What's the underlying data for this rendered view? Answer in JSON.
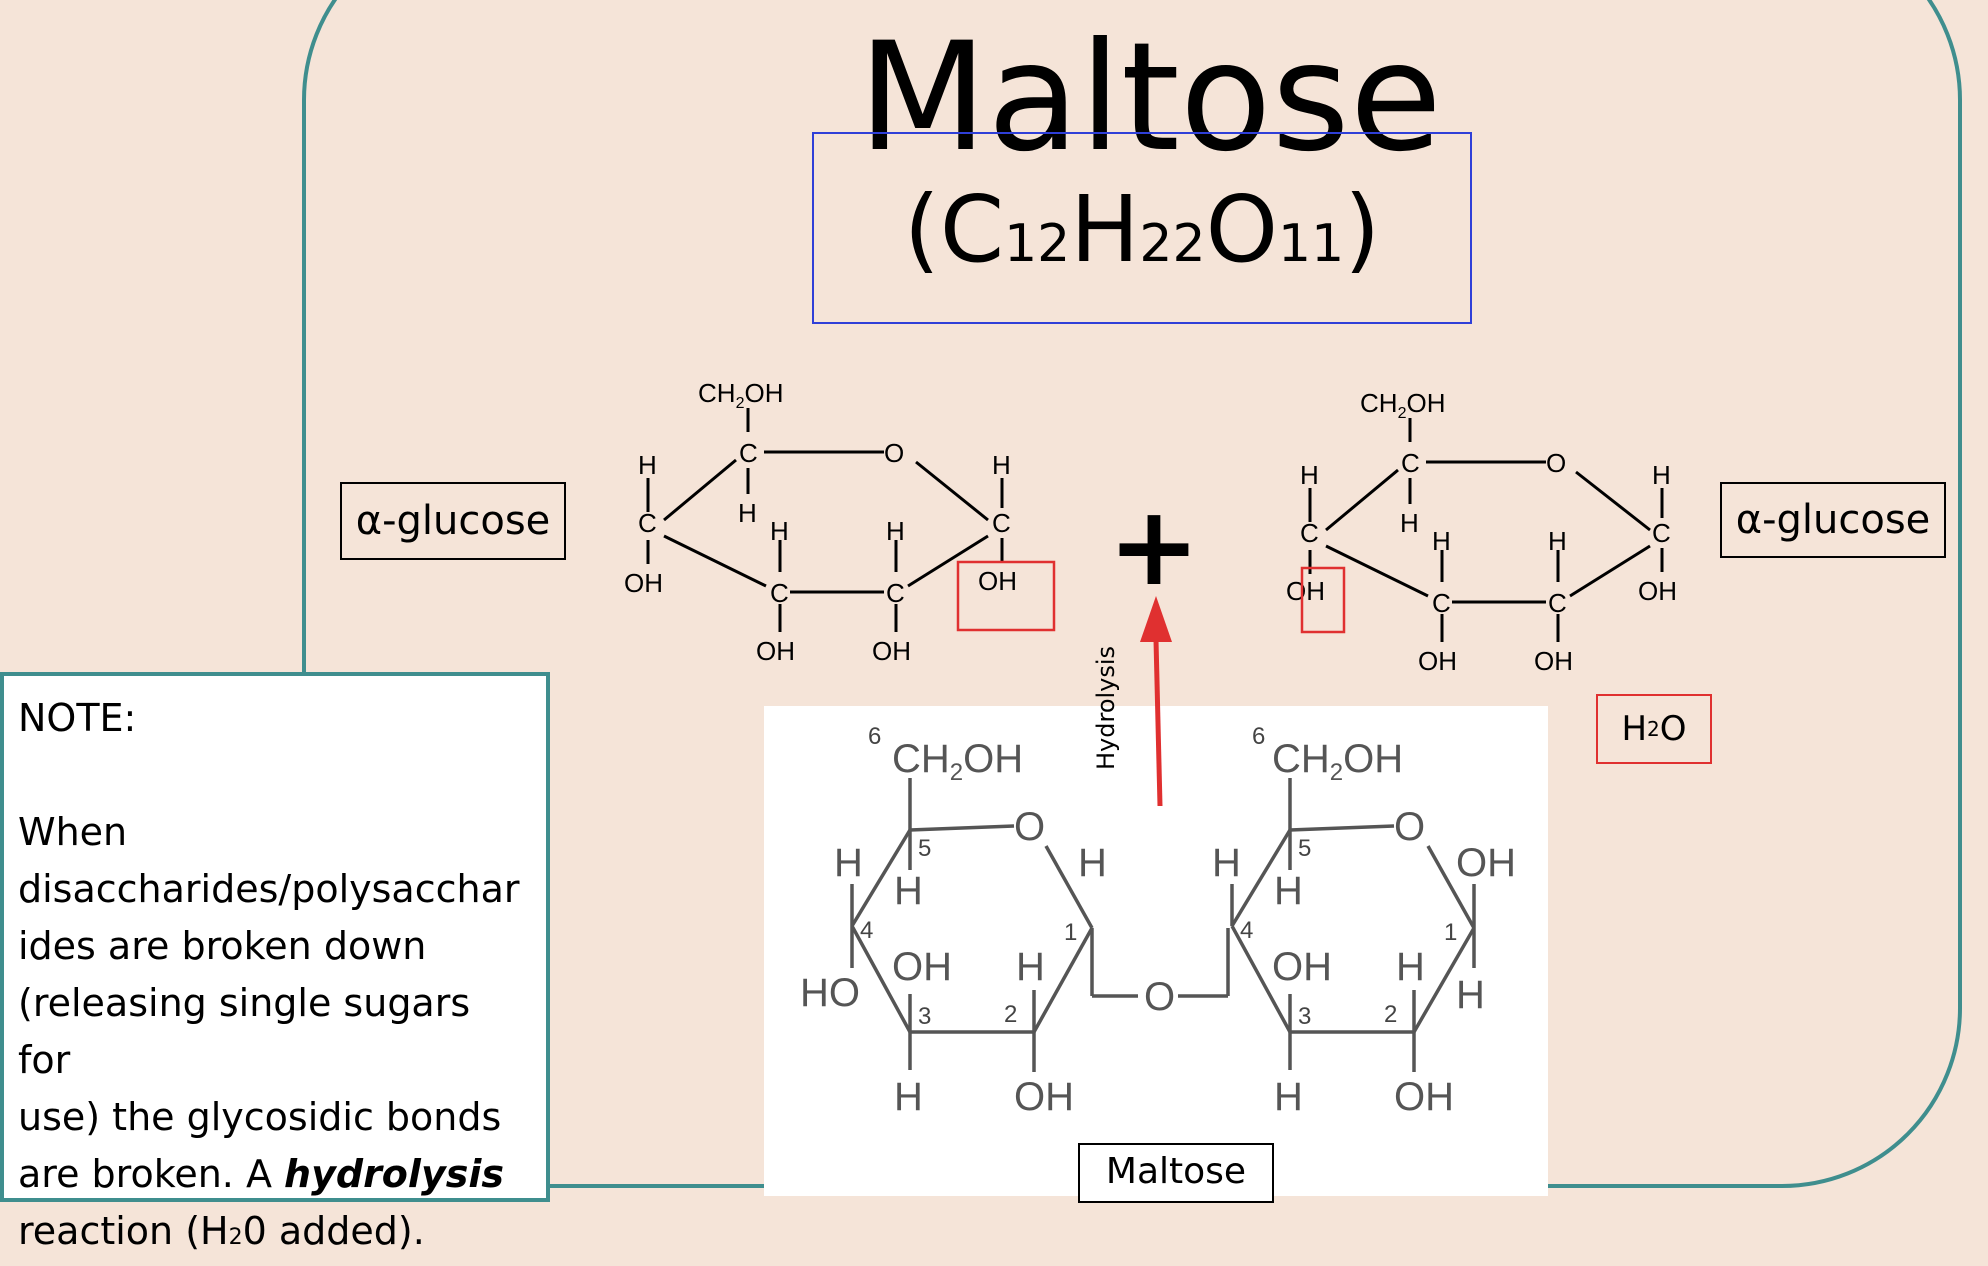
{
  "title": "Maltose",
  "formula": {
    "open": "(",
    "c": "C",
    "c_n": "12",
    "h": "H",
    "h_n": "22",
    "o": "O",
    "o_n": "11",
    "close": ")"
  },
  "left_label": "α-glucose",
  "right_label": "α-glucose",
  "plus": "+",
  "water": {
    "h": "H",
    "n": "2",
    "o": "O"
  },
  "hydrolysis": "Hydrolysis",
  "product_label": "Maltose",
  "note": {
    "heading": "NOTE:",
    "line1": "When",
    "line2": "disaccharides/polysacchar",
    "line3": "ides are broken down",
    "line4": "(releasing single sugars for",
    "line5": "use) the glycosidic bonds",
    "line6a": "are broken. A ",
    "line6b": "hydrolysis",
    "line7a": "reaction (H",
    "line7sub": "2",
    "line7b": "0 added)."
  },
  "atoms": {
    "ch2oh_a": "CH",
    "ch2oh_sub": "2",
    "ch2oh_b": "OH",
    "c": "C",
    "o": "O",
    "h": "H",
    "oh": "OH",
    "ho": "HO"
  },
  "carbon_numbers": [
    "1",
    "2",
    "3",
    "4",
    "5",
    "6"
  ],
  "colors": {
    "background": "#f5e4d8",
    "panel_border": "#3f8e8e",
    "formula_border": "#2f3fd8",
    "highlight": "#e03030",
    "arrow": "#e03030"
  }
}
